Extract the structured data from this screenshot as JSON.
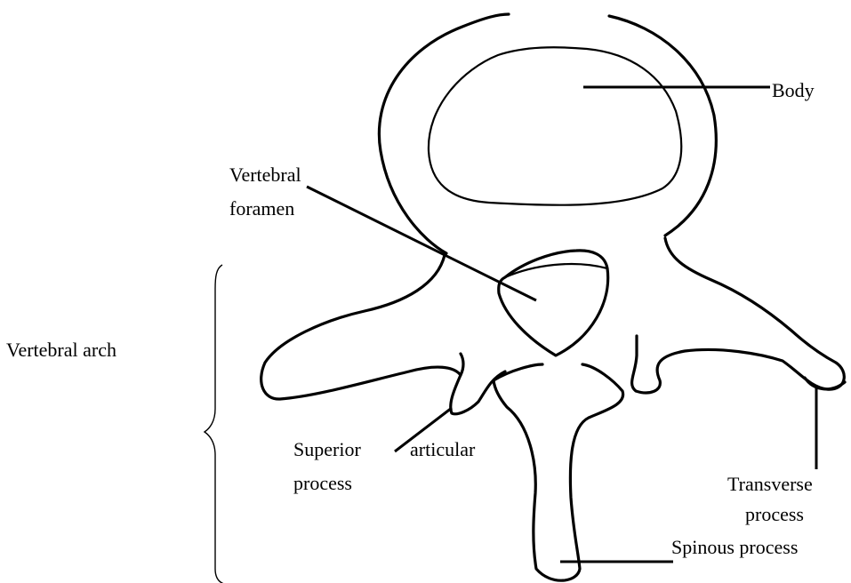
{
  "labels": {
    "body": "Body",
    "vertebral_foramen_line1": "Vertebral",
    "vertebral_foramen_line2": "foramen",
    "vertebral_arch": "Vertebral arch",
    "superior_articular_word1": "Superior",
    "superior_articular_word2": "articular",
    "superior_articular_line2": "process",
    "transverse_line1": "Transverse",
    "transverse_line2": "process",
    "spinous_process": "Spinous process"
  }
}
